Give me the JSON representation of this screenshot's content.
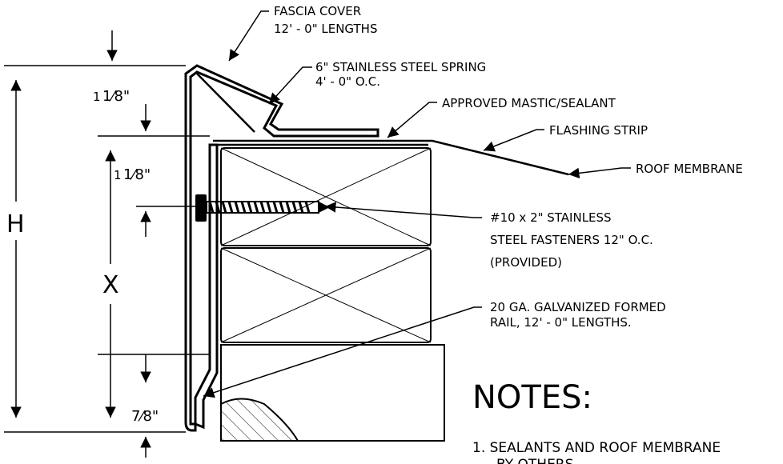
{
  "labels": {
    "fascia_cover": [
      "FASCIA COVER",
      "12' - 0\" LENGTHS"
    ],
    "spring": [
      "6\" STAINLESS STEEL SPRING",
      "4' - 0\" O.C."
    ],
    "mastic": "APPROVED MASTIC/SEALANT",
    "flashing": "FLASHING STRIP",
    "membrane": "ROOF MEMBRANE",
    "fasteners": [
      "#10 x 2\" STAINLESS",
      "STEEL FASTENERS 12\" O.C.",
      "(PROVIDED)"
    ],
    "rail": [
      "20 GA. GALVANIZED FORMED",
      "RAIL, 12' - 0\" LENGTHS."
    ]
  },
  "dimensions": {
    "h": "H",
    "x": "X",
    "top_whole": "1",
    "top_frac": "1⁄8\"",
    "mid_whole": "1",
    "mid_frac": "1⁄8\"",
    "bottom": "7⁄8\""
  },
  "notes": {
    "heading": "NOTES:",
    "items": [
      "1.  SEALANTS AND ROOF MEMBRANE",
      "BY OTHERS."
    ]
  }
}
